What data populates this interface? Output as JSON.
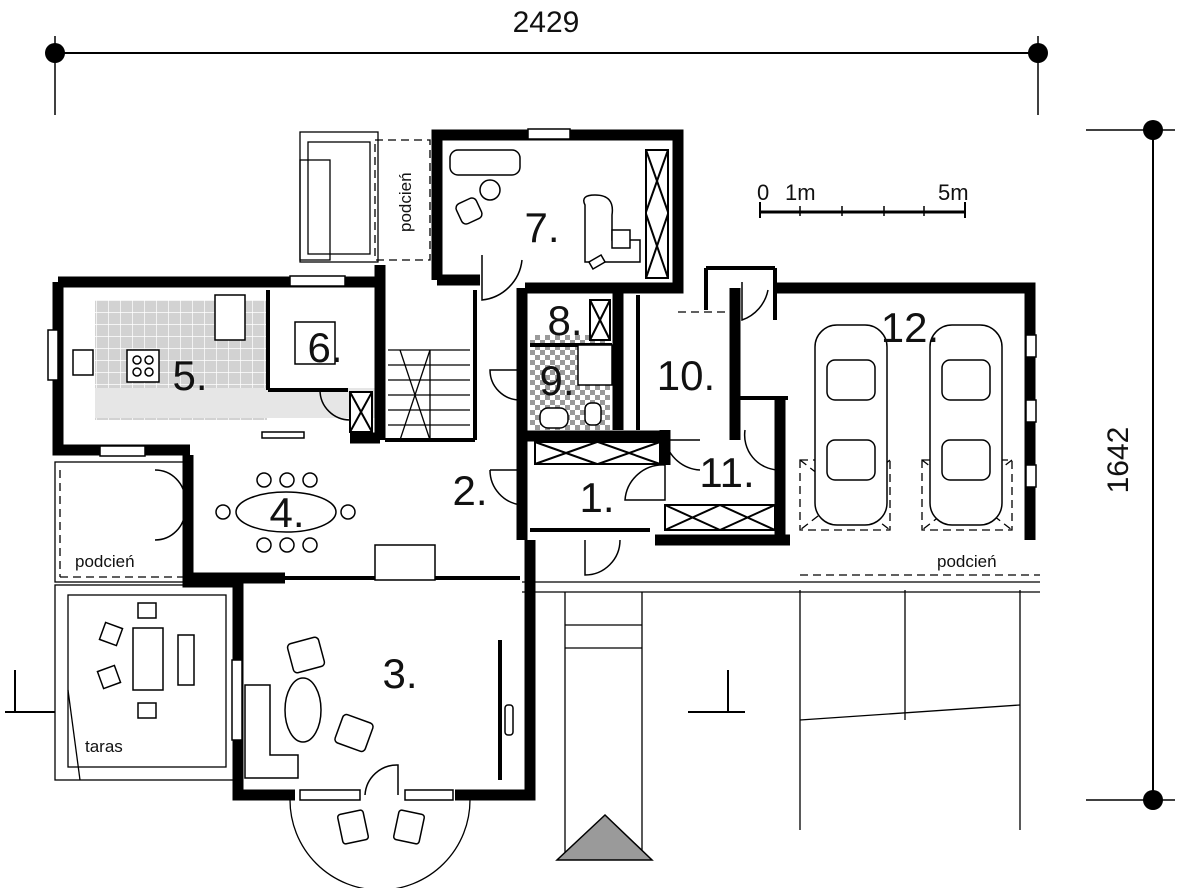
{
  "dimensions": {
    "width_label": "2429",
    "height_label": "1642"
  },
  "scale_bar": {
    "label_zero": "0",
    "label_one": "1m",
    "label_five": "5m"
  },
  "rooms": {
    "r1": "1.",
    "r2": "2.",
    "r3": "3.",
    "r4": "4.",
    "r5": "5.",
    "r6": "6.",
    "r7": "7.",
    "r8": "8.",
    "r9": "9.",
    "r10": "10.",
    "r11": "11.",
    "r12": "12."
  },
  "notes": {
    "podcien_top": "podcień",
    "podcien_left": "podcień",
    "podcien_right": "podcień",
    "taras": "taras"
  },
  "colors": {
    "wall": "#000000",
    "tile": "#c8c8c8",
    "terrain_arrow": "#9a9a9a"
  }
}
